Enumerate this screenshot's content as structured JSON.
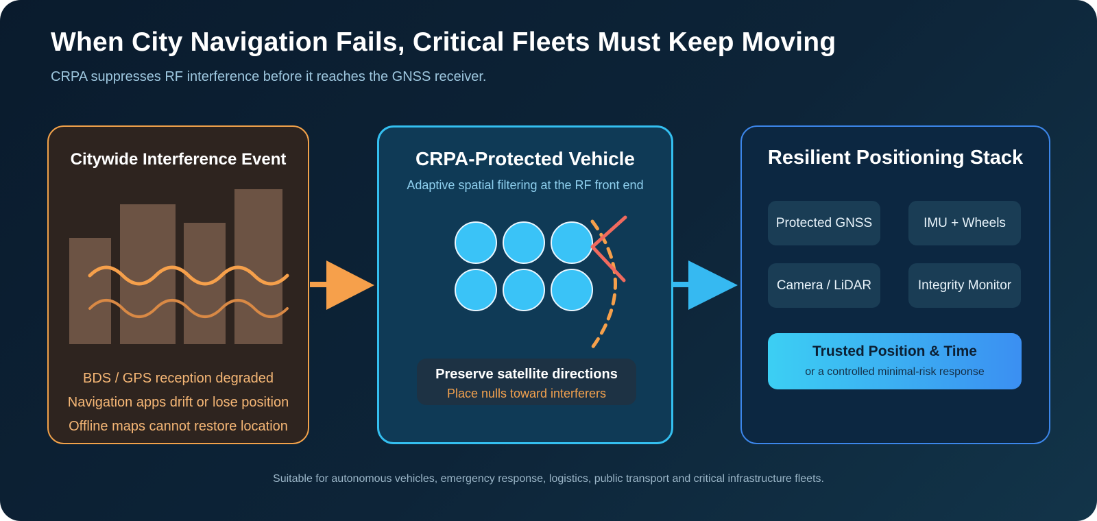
{
  "header": {
    "title": "When City Navigation Fails, Critical Fleets Must Keep Moving",
    "subtitle": "CRPA suppresses RF interference before it reaches the GNSS receiver."
  },
  "left_panel": {
    "title": "Citywide Interference Event",
    "bullets": [
      "BDS / GPS reception degraded",
      "Navigation apps drift or lose position",
      "Offline maps cannot restore location"
    ]
  },
  "middle_panel": {
    "title": "CRPA-Protected Vehicle",
    "subtitle": "Adaptive spatial filtering at the RF front end",
    "box_title": "Preserve satellite directions",
    "box_subtitle": "Place nulls toward interferers"
  },
  "right_panel": {
    "title": "Resilient Positioning Stack",
    "tiles": [
      "Protected GNSS",
      "IMU + Wheels",
      "Camera / LiDAR",
      "Integrity Monitor"
    ],
    "result_title": "Trusted Position & Time",
    "result_subtitle": "or a controlled minimal-risk response"
  },
  "footer": "Suitable for autonomous vehicles, emergency response, logistics, public transport and critical infrastructure fleets.",
  "colors": {
    "background": "#0d2438",
    "interference_orange": "#f2a24a",
    "crpa_cyan": "#34bff0",
    "stack_blue": "#3c86ea",
    "antenna_element": "#3ac3f7",
    "null_beam": "#f06a5e"
  }
}
